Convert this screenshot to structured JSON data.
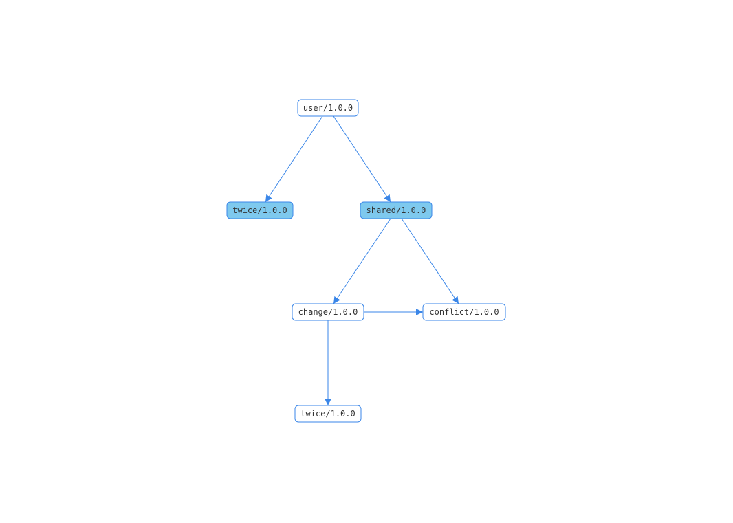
{
  "colors": {
    "edge": "#3a86e8",
    "node_border": "#3a86e8",
    "node_fill": "#ffffff",
    "node_highlight_fill": "#7ec9ee",
    "text": "#333333"
  },
  "nodes": [
    {
      "id": "user",
      "label": "user/1.0.0",
      "highlighted": false
    },
    {
      "id": "twice_top",
      "label": "twice/1.0.0",
      "highlighted": true
    },
    {
      "id": "shared",
      "label": "shared/1.0.0",
      "highlighted": true
    },
    {
      "id": "change",
      "label": "change/1.0.0",
      "highlighted": false
    },
    {
      "id": "conflict",
      "label": "conflict/1.0.0",
      "highlighted": false
    },
    {
      "id": "twice_bottom",
      "label": "twice/1.0.0",
      "highlighted": false
    }
  ],
  "edges": [
    {
      "from": "user",
      "to": "twice_top"
    },
    {
      "from": "user",
      "to": "shared"
    },
    {
      "from": "shared",
      "to": "change"
    },
    {
      "from": "shared",
      "to": "conflict"
    },
    {
      "from": "change",
      "to": "conflict"
    },
    {
      "from": "change",
      "to": "twice_bottom"
    }
  ]
}
